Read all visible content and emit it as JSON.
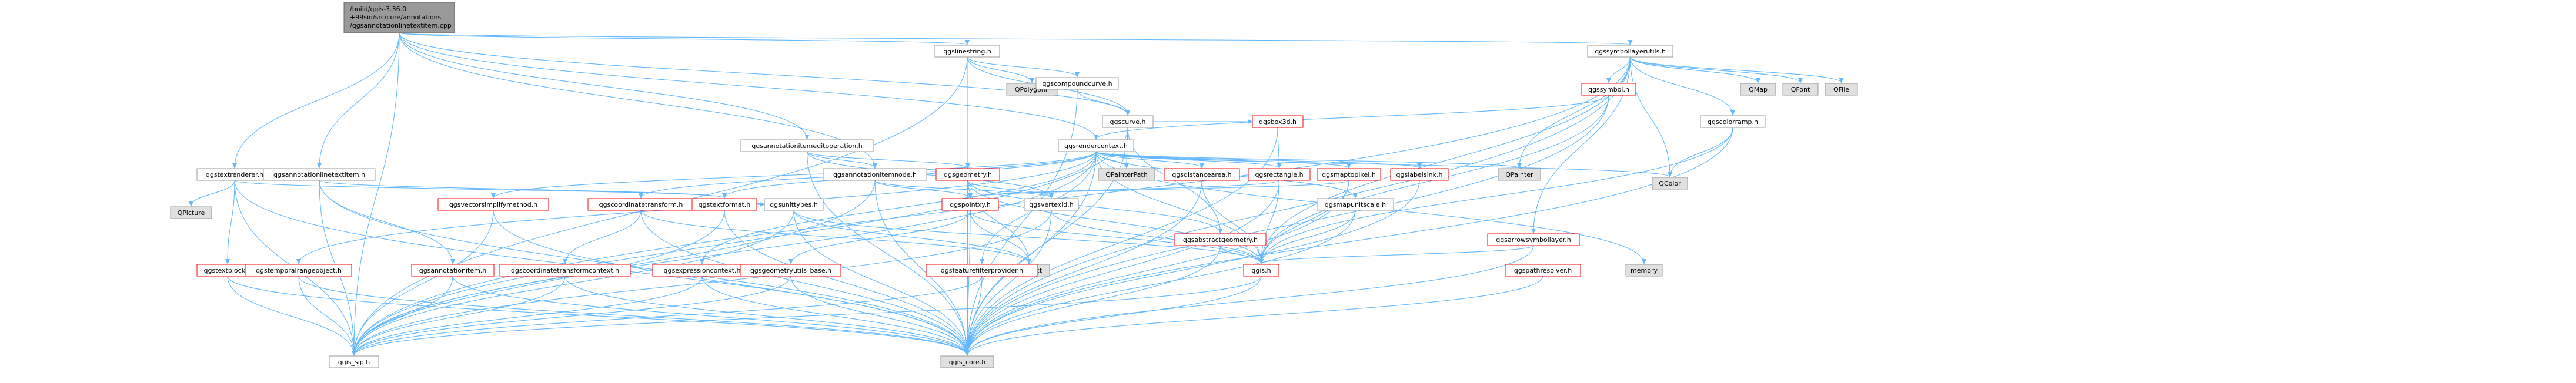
{
  "graph": {
    "root": {
      "lines": [
        "/build/qgis-3.36.0",
        "+99sid/src/core/annotations",
        "/qgsannotationlinetextitem.cpp"
      ]
    },
    "colors": {
      "root_fill": "#999999",
      "root_border": "#666666",
      "node_fill": "#ffffff",
      "node_border": "#999999",
      "red_border": "#ff0000",
      "grey_fill": "#e0e0e0",
      "edge": "#63b8ff",
      "text": "#000000"
    },
    "nodes": [
      {
        "id": "qgslinestring",
        "label": "qgslinestring.h",
        "style": "normal"
      },
      {
        "id": "qgssymbollayerutils",
        "label": "qgssymbollayerutils.h",
        "style": "normal"
      },
      {
        "id": "qpolygonf",
        "label": "QPolygonF",
        "style": "grey"
      },
      {
        "id": "qgscompoundcurve",
        "label": "qgscompoundcurve.h",
        "style": "normal"
      },
      {
        "id": "qgscurve",
        "label": "qgscurve.h",
        "style": "normal"
      },
      {
        "id": "qgssymbol",
        "label": "qgssymbol.h",
        "style": "red"
      },
      {
        "id": "qmap",
        "label": "QMap",
        "style": "grey"
      },
      {
        "id": "qfont",
        "label": "QFont",
        "style": "grey"
      },
      {
        "id": "qfile",
        "label": "QFile",
        "style": "grey"
      },
      {
        "id": "qgscolorramp",
        "label": "qgscolorramp.h",
        "style": "normal"
      },
      {
        "id": "qgsannotationitemeditoperation",
        "label": "qgsannotationitemeditoperation.h",
        "style": "normal"
      },
      {
        "id": "qgsrendercontext",
        "label": "qgsrendercontext.h",
        "style": "normal"
      },
      {
        "id": "qgsbox3d",
        "label": "qgsbox3d.h",
        "style": "red"
      },
      {
        "id": "qpainterpath",
        "label": "QPainterPath",
        "style": "grey"
      },
      {
        "id": "qgsdistancearea",
        "label": "qgsdistancearea.h",
        "style": "red"
      },
      {
        "id": "qgsrectangle",
        "label": "qgsrectangle.h",
        "style": "red"
      },
      {
        "id": "qgsmaptopixel",
        "label": "qgsmaptopixel.h",
        "style": "red"
      },
      {
        "id": "qgslabelsink",
        "label": "qgslabelsink.h",
        "style": "red"
      },
      {
        "id": "qpainter",
        "label": "QPainter",
        "style": "grey"
      },
      {
        "id": "qcolor",
        "label": "QColor",
        "style": "grey"
      },
      {
        "id": "qgstextrenderer",
        "label": "qgstextrenderer.h",
        "style": "normal"
      },
      {
        "id": "qgsannotationlinetextitem",
        "label": "qgsannotationlinetextitem.h",
        "style": "normal"
      },
      {
        "id": "qgsannotationitemnode",
        "label": "qgsannotationitemnode.h",
        "style": "normal"
      },
      {
        "id": "qgsgeometry",
        "label": "qgsgeometry.h",
        "style": "red"
      },
      {
        "id": "qpicture",
        "label": "QPicture",
        "style": "grey"
      },
      {
        "id": "qgsvectorsimplifymethod",
        "label": "qgsvectorsimplifymethod.h",
        "style": "red"
      },
      {
        "id": "qgscoordinatetransform",
        "label": "qgscoordinatetransform.h",
        "style": "red"
      },
      {
        "id": "qgstextformat",
        "label": "qgstextformat.h",
        "style": "red"
      },
      {
        "id": "qgsunittypes",
        "label": "qgsunittypes.h",
        "style": "normal"
      },
      {
        "id": "qgspointxy",
        "label": "qgspointxy.h",
        "style": "red"
      },
      {
        "id": "qgsvertexid",
        "label": "qgsvertexid.h",
        "style": "normal"
      },
      {
        "id": "qgsabstractgeometry",
        "label": "qgsabstractgeometry.h",
        "style": "red"
      },
      {
        "id": "qgsmapunitscale",
        "label": "qgsmapunitscale.h",
        "style": "normal"
      },
      {
        "id": "qgsarrowsymbollayer",
        "label": "qgsarrowsymbollayer.h",
        "style": "red"
      },
      {
        "id": "qgstextblock",
        "label": "qgstextblock.h",
        "style": "red"
      },
      {
        "id": "qgstemporalrangeobject",
        "label": "qgstemporalrangeobject.h",
        "style": "red"
      },
      {
        "id": "qgsannotationitem",
        "label": "qgsannotationitem.h",
        "style": "red"
      },
      {
        "id": "qgscoordinatetransformcontext",
        "label": "qgscoordinatetransformcontext.h",
        "style": "red"
      },
      {
        "id": "qgsexpressioncontext",
        "label": "qgsexpressioncontext.h",
        "style": "red"
      },
      {
        "id": "qgsgeometryutils_base",
        "label": "qgsgeometryutils_base.h",
        "style": "red"
      },
      {
        "id": "qobject",
        "label": "QObject",
        "style": "grey"
      },
      {
        "id": "qgsfeaturefilterprovider",
        "label": "qgsfeaturefilterprovider.h",
        "style": "red"
      },
      {
        "id": "qgis",
        "label": "qgis.h",
        "style": "red"
      },
      {
        "id": "qgspathresolver",
        "label": "qgspathresolver.h",
        "style": "red"
      },
      {
        "id": "memory",
        "label": "memory",
        "style": "grey"
      },
      {
        "id": "qgis_sip",
        "label": "qgis_sip.h",
        "style": "normal"
      },
      {
        "id": "qgis_core",
        "label": "qgis_core.h",
        "style": "grey"
      }
    ]
  }
}
